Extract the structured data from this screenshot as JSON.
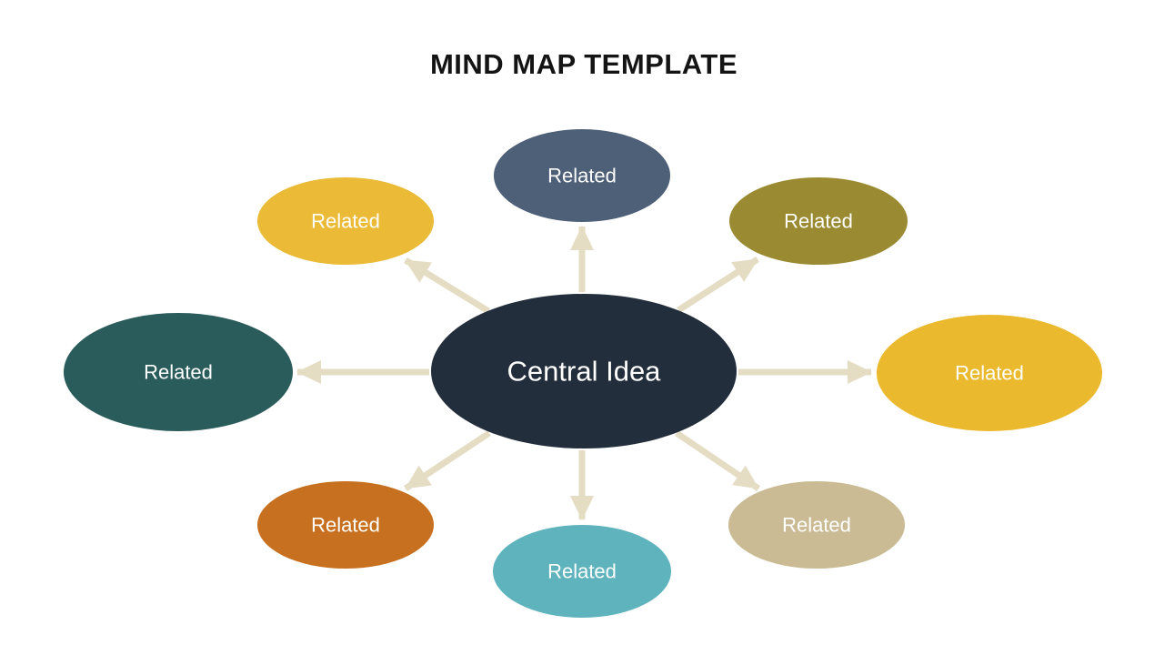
{
  "title": "MIND MAP TEMPLATE",
  "colors": {
    "background": "#ffffff",
    "title_text": "#141414",
    "node_text": "#ffffff",
    "arrow": "#e5dcc4"
  },
  "center_node": {
    "label": "Central Idea",
    "color": "#232e3c"
  },
  "related_nodes": [
    {
      "position": "top",
      "label": "Related",
      "color": "#4d6078"
    },
    {
      "position": "top-right",
      "label": "Related",
      "color": "#9a8a31"
    },
    {
      "position": "right",
      "label": "Related",
      "color": "#ebb92e"
    },
    {
      "position": "bottom-right",
      "label": "Related",
      "color": "#cabb94"
    },
    {
      "position": "bottom",
      "label": "Related",
      "color": "#5eb3bd"
    },
    {
      "position": "bottom-left",
      "label": "Related",
      "color": "#c7701f"
    },
    {
      "position": "left",
      "label": "Related",
      "color": "#2a5c5b"
    },
    {
      "position": "top-left",
      "label": "Related",
      "color": "#ebba36"
    }
  ]
}
